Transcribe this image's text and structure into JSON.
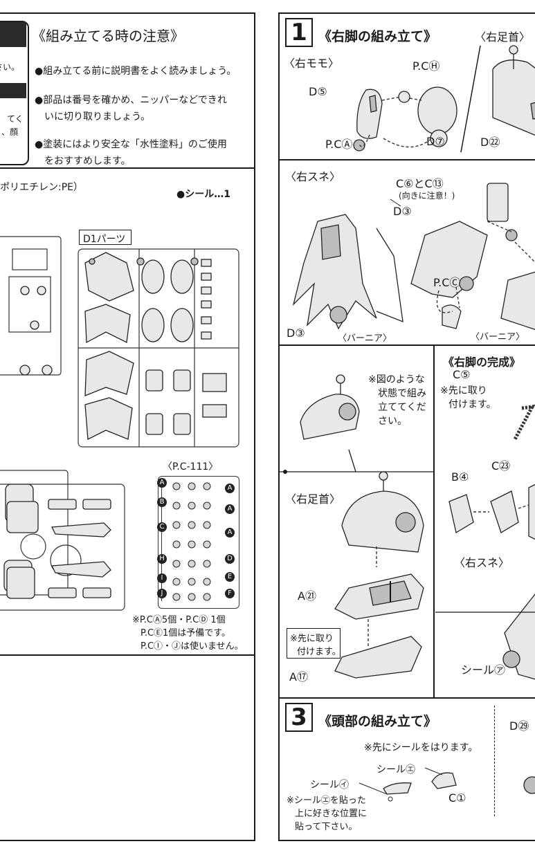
{
  "left_page": {
    "caution": {
      "title": "《組み立てる時の注意》",
      "fragment_1": "さい。",
      "fragment_2": "てく",
      "fragment_3": "、顔",
      "items": [
        "●組み立てる前に説明書をよく読みましょう。",
        "●部品は番号を確かめ、ニッパーなどできれいに切り取りましょう。",
        "●塗装にはより安全な「水性塗料」のご使用をおすすめします。"
      ],
      "items_lines": [
        [
          "●組み立てる前に説明書をよく読みましょう。"
        ],
        [
          "●部品は番号を確かめ、ニッパーなどできれ",
          "いに切り取りましょう。"
        ],
        [
          "●塗装にはより安全な「水性塗料」のご使用",
          "をおすすめします。"
        ]
      ]
    },
    "parts": {
      "material": "ポリエチレン:PE）",
      "seal": "●シール…1",
      "d1_label": "D1パーツ",
      "pc_label": "〈P.C-111〉",
      "note_lines": [
        "※P.CⒶ5個・P.CⒹ 1個",
        "P.CⒺ1個は予備です。",
        "P.CⒾ・Ⓙは使いません。"
      ],
      "pc_row_labels": [
        "A",
        "B",
        "C",
        "H",
        "I",
        "J"
      ],
      "pc_right_labels": [
        "A",
        "A",
        "A",
        "D",
        "E",
        "F"
      ]
    }
  },
  "right_page": {
    "step1": {
      "number": "1",
      "title": "《右脚の組み立て》",
      "right_ankle_label": "〈右足首〉",
      "thigh_label": "〈右モモ〉",
      "d5": "D⑤",
      "pch": "P.CⒽ",
      "pca": "P.CⒶ",
      "d7": "D⑦",
      "d22": "D㉒",
      "shin_label": "〈右スネ〉",
      "c6c13": "C⑥とC⑬",
      "orient": "(向きに注意！)",
      "d3_top": "D③",
      "d3_bottom": "D③",
      "pcc": "P.CⒸ",
      "vernier_1": "〈バーニア〉",
      "vernier_2": "〈バーニア〉"
    },
    "completion": {
      "title": "《右脚の完成》",
      "note_lines": [
        "※図のような",
        "状態で組み",
        "立ててくだ",
        "さい。"
      ],
      "c5": "C⑤",
      "attach_first_lines": [
        "※先に取り",
        "付けます。"
      ],
      "ankle_label": "〈右足首〉",
      "c23": "C㉓",
      "b4": "B④",
      "shin_label": "〈右スネ〉",
      "a21": "A㉑",
      "attach_box_lines": [
        "※先に取り",
        "付けます。"
      ],
      "a17": "A⑰",
      "seal_a": "シール㋐"
    },
    "step3": {
      "number": "3",
      "title": "《頭部の組み立て》",
      "seal_first": "※先にシールをはります。",
      "seal_e": "シール㋓",
      "seal_i": "シール㋑",
      "c1": "C①",
      "d29": "D㉙",
      "note_lines": [
        "※シール㋓を貼った",
        "上に好きな位置に",
        "貼って下さい。"
      ]
    }
  }
}
